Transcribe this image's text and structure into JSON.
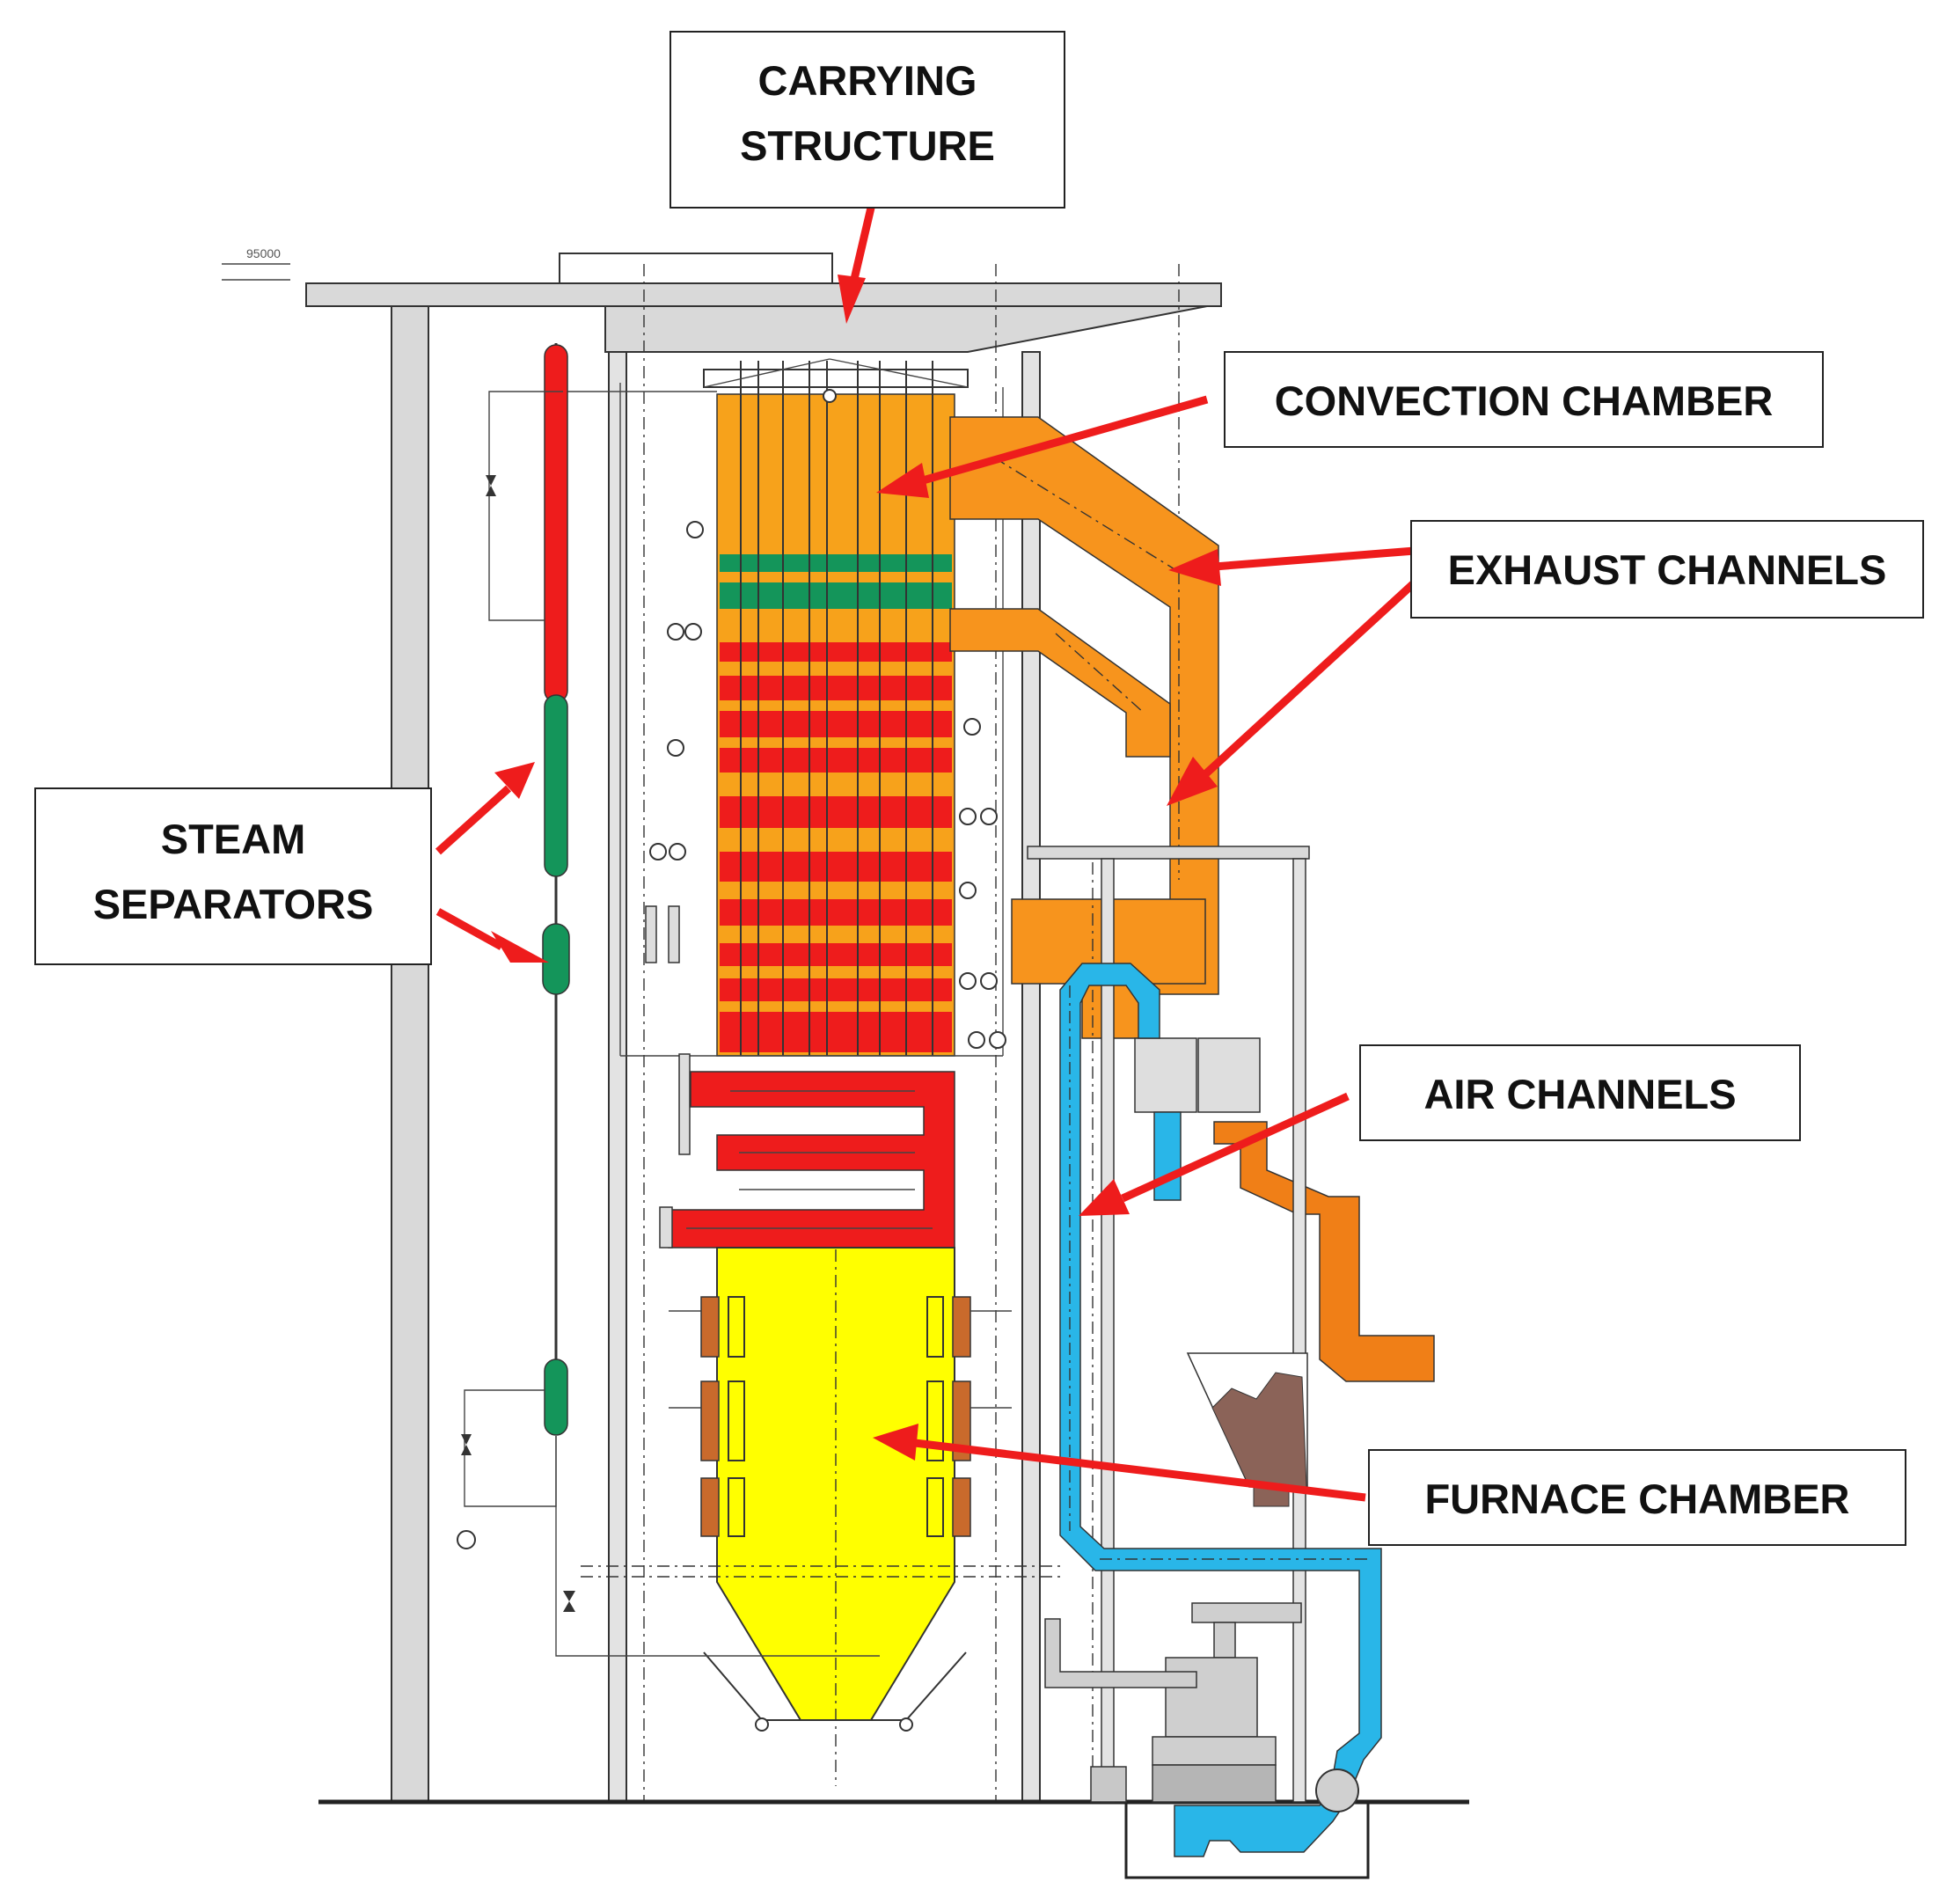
{
  "dimension_label": "95000",
  "labels": {
    "carrying_structure": [
      "CARRYING",
      "STRUCTURE"
    ],
    "convection_chamber": "CONVECTION CHAMBER",
    "exhaust_channels": "EXHAUST CHANNELS",
    "steam_separators": [
      "STEAM",
      "SEPARATORS"
    ],
    "air_channels": "AIR CHANNELS",
    "furnace_chamber": "FURNACE CHAMBER"
  },
  "colors": {
    "convection": "#f7a21b",
    "hot_bands": "#ee1c1c",
    "green_bands": "#14955a",
    "furnace": "#ffff00",
    "exhaust": "#f7941d",
    "air": "#29b6e8",
    "fuel": "#8b6358",
    "arrow": "#ee1c1c",
    "steel": "#d9d9d9"
  }
}
